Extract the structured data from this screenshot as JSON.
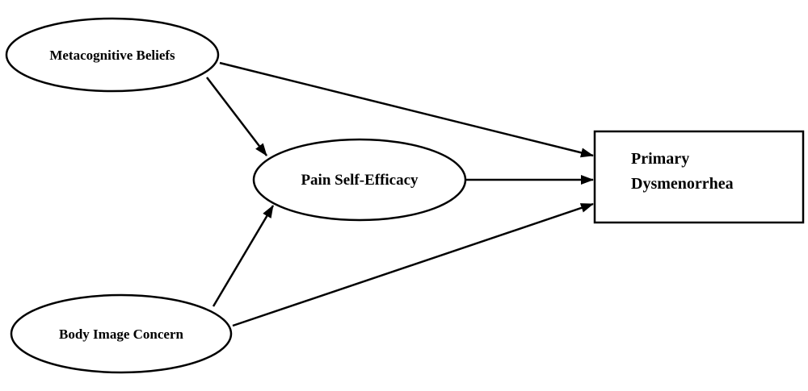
{
  "nodes": {
    "metacognitive_beliefs": {
      "label": "Metacognitive Beliefs"
    },
    "pain_self_efficacy": {
      "label": "Pain Self-Efficacy"
    },
    "body_image_concern": {
      "label": "Body Image Concern"
    },
    "primary_dysmenorrhea": {
      "line1": "Primary",
      "line2": "Dysmenorrhea"
    }
  },
  "edges": [
    {
      "from": "Metacognitive Beliefs",
      "to": "Pain Self-Efficacy"
    },
    {
      "from": "Metacognitive Beliefs",
      "to": "Primary Dysmenorrhea"
    },
    {
      "from": "Body Image Concern",
      "to": "Pain Self-Efficacy"
    },
    {
      "from": "Body Image Concern",
      "to": "Primary Dysmenorrhea"
    },
    {
      "from": "Pain Self-Efficacy",
      "to": "Primary Dysmenorrhea"
    }
  ],
  "colors": {
    "stroke": "#000000",
    "background": "#ffffff"
  }
}
